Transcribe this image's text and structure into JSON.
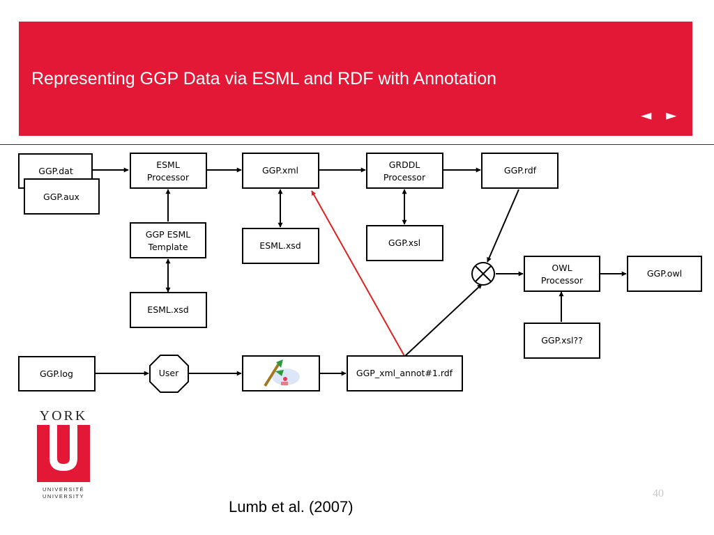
{
  "slide": {
    "title": "Representing GGP Data via ESML and RDF with Annotation",
    "nav_prev": "◄",
    "nav_next": "►",
    "page_number": "40",
    "citation": "Lumb et al. (2007)"
  },
  "logo": {
    "top": "YORK",
    "line1": "UNIVERSITÉ",
    "line2": "UNIVERSITY"
  },
  "colors": {
    "banner": "#e31837",
    "highlight_arrow": "#e02020"
  },
  "diagram": {
    "nodes": {
      "ggp_dat": "GGP.dat",
      "ggp_aux": "GGP.aux",
      "esml_processor_1": "ESML",
      "esml_processor_2": "Processor",
      "ggp_xml": "GGP.xml",
      "grddl_processor_1": "GRDDL",
      "grddl_processor_2": "Processor",
      "ggp_rdf": "GGP.rdf",
      "ggp_esml_template_1": "GGP ESML",
      "ggp_esml_template_2": "Template",
      "esml_xsd_top": "ESML.xsd",
      "ggp_xsl": "GGP.xsl",
      "owl_processor_1": "OWL",
      "owl_processor_2": "Processor",
      "ggp_owl": "GGP.owl",
      "esml_xsd_bottom": "ESML.xsd",
      "ggp_xsl_qq": "GGP.xsl??",
      "ggp_log": "GGP.log",
      "user": "User",
      "ggp_xml_annot": "GGP_xml_annot#1.rdf"
    },
    "annotation_tool_icon": "annotation-tool-icon",
    "combine_symbol": "circled-x"
  }
}
